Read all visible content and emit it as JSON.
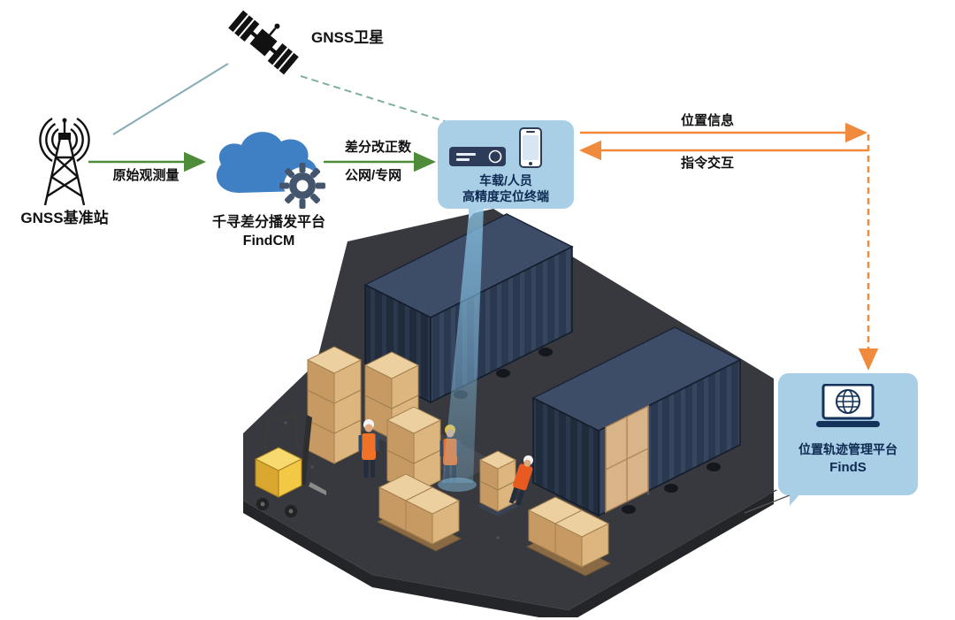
{
  "nodes": {
    "satellite": {
      "label": "GNSS卫星",
      "icon": "satellite-icon"
    },
    "base_station": {
      "label": "GNSS基准站",
      "icon": "radio-tower-icon"
    },
    "cloud_platform": {
      "line1": "千寻差分播发平台",
      "line2": "FindCM",
      "icon": "cloud-gear-icon"
    },
    "terminal": {
      "line1": "车载/人员",
      "line2": "高精度定位终端",
      "icons": [
        "receiver-icon",
        "smartphone-icon"
      ]
    },
    "management_platform": {
      "line1": "位置轨迹管理平台",
      "line2": "FindS",
      "icon": "laptop-globe-icon"
    }
  },
  "edges": {
    "raw_observation": {
      "label": "原始观测量",
      "style": "solid-arrow",
      "color": "#4e8c3a"
    },
    "diff_correction": {
      "line1": "差分改正数",
      "line2": "公网/专网",
      "style": "solid-arrow",
      "color": "#4e8c3a"
    },
    "position_info": {
      "label": "位置信息",
      "style": "solid-arrow",
      "color": "#f08a3c"
    },
    "command_interaction": {
      "label": "指令交互",
      "style": "solid-arrow",
      "color": "#f08a3c"
    },
    "satellite_to_station": {
      "style": "solid-line",
      "color": "#86abb5"
    },
    "satellite_to_terminal": {
      "style": "dashed-line",
      "color": "#7fb09e"
    },
    "platform_link": {
      "style": "dashed-line",
      "color": "#f08a3c"
    }
  },
  "colors": {
    "background": "#ffffff",
    "bubble_bg": "#a9cfe6",
    "bubble_text": "#0f2a52",
    "cloud_blue": "#3f80c4",
    "gear_slate": "#44566e",
    "green_arrow": "#4e8c3a",
    "orange_arrow": "#f08a3c",
    "beam_blue": "#8cc8eb",
    "platform_gray": "#37393e",
    "container_navy": "#2a3850",
    "carton_tan": "#dcb57f",
    "forklift_yellow": "#f3c844"
  },
  "scene_elements": [
    "shipping-container",
    "shipping-container",
    "carton-stacks",
    "forklift",
    "workers",
    "pallet-jack",
    "positioning-beam"
  ]
}
